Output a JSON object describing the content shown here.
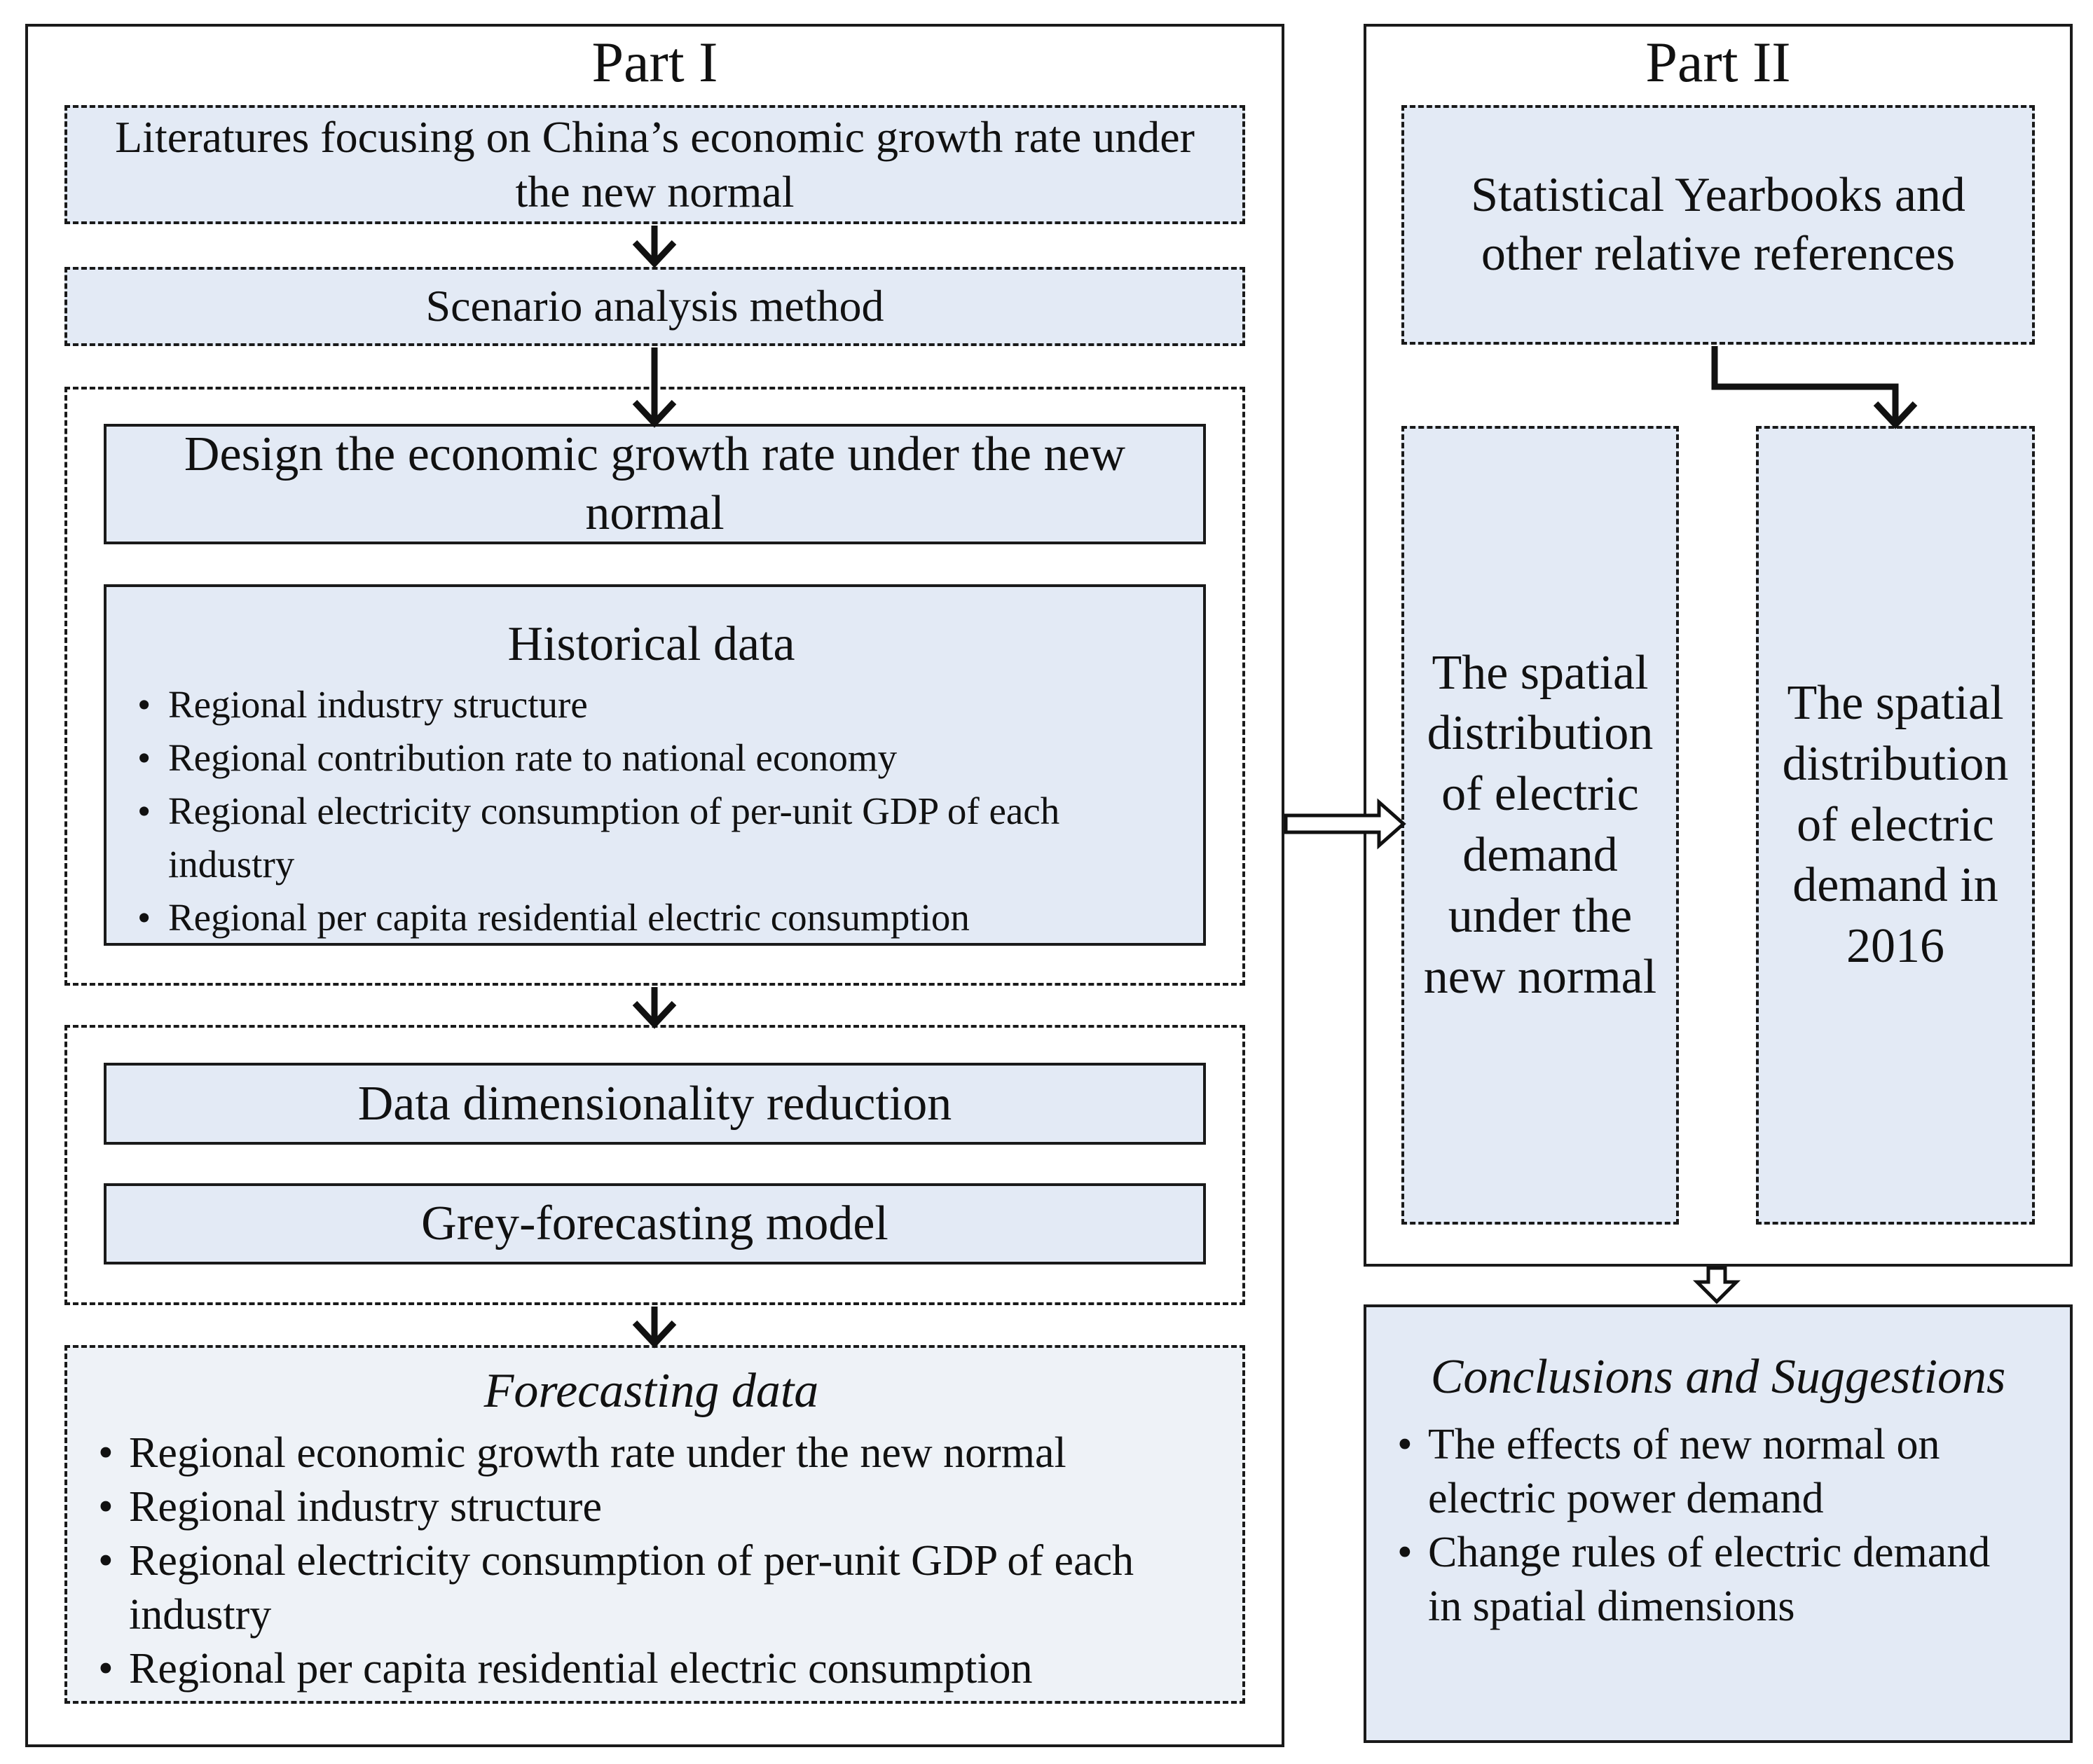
{
  "part1": {
    "title": "Part I",
    "literatures": "Literatures focusing on China’s economic growth rate under the new normal",
    "scenario": "Scenario analysis method",
    "design": "Design the economic growth rate under the new normal",
    "historical": {
      "title": "Historical data",
      "items": [
        "Regional industry structure",
        "Regional contribution rate to national economy",
        "Regional electricity consumption of per-unit GDP of each industry",
        "Regional per capita residential electric consumption"
      ]
    },
    "dimensionality": "Data dimensionality reduction",
    "grey": "Grey-forecasting model",
    "forecasting": {
      "title": "Forecasting data",
      "items": [
        "Regional economic growth rate under the new normal",
        "Regional industry structure",
        "Regional electricity consumption of per-unit GDP of each industry",
        "Regional per capita residential electric consumption"
      ]
    }
  },
  "part2": {
    "title": "Part II",
    "yearbooks": "Statistical Yearbooks and other relative references",
    "spatial_new_normal": "The spatial distribution of electric demand under the new normal",
    "spatial_2016": "The spatial distribution of electric demand in 2016"
  },
  "conclusions": {
    "title": "Conclusions and Suggestions",
    "items": [
      "The effects of new normal on electric power demand",
      "Change rules of electric demand in spatial dimensions"
    ]
  }
}
